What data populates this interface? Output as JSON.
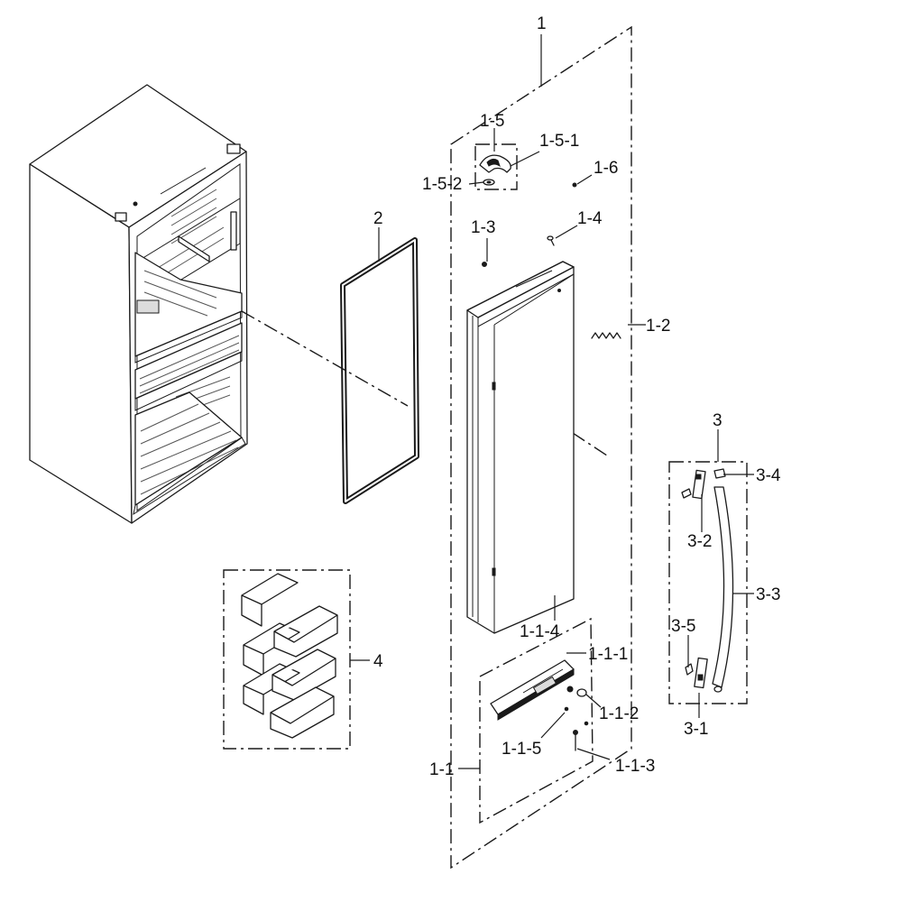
{
  "callouts": [
    {
      "id": "1",
      "label": "1"
    },
    {
      "id": "1-5",
      "label": "1-5"
    },
    {
      "id": "1-5-1",
      "label": "1-5-1"
    },
    {
      "id": "1-5-2",
      "label": "1-5-2"
    },
    {
      "id": "1-6",
      "label": "1-6"
    },
    {
      "id": "1-3",
      "label": "1-3"
    },
    {
      "id": "1-4",
      "label": "1-4"
    },
    {
      "id": "1-2",
      "label": "1-2"
    },
    {
      "id": "2",
      "label": "2"
    },
    {
      "id": "3",
      "label": "3"
    },
    {
      "id": "3-4",
      "label": "3-4"
    },
    {
      "id": "3-2",
      "label": "3-2"
    },
    {
      "id": "3-3",
      "label": "3-3"
    },
    {
      "id": "3-5",
      "label": "3-5"
    },
    {
      "id": "3-1",
      "label": "3-1"
    },
    {
      "id": "4",
      "label": "4"
    },
    {
      "id": "1-1-4",
      "label": "1-1-4"
    },
    {
      "id": "1-1-1",
      "label": "1-1-1"
    },
    {
      "id": "1-1-2",
      "label": "1-1-2"
    },
    {
      "id": "1-1-5",
      "label": "1-1-5"
    },
    {
      "id": "1-1-3",
      "label": "1-1-3"
    },
    {
      "id": "1-1",
      "label": "1-1"
    }
  ]
}
